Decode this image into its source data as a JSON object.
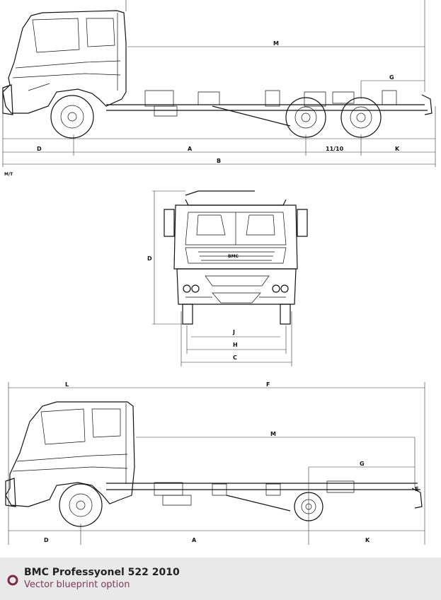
{
  "footer": {
    "title": "BMC Professyonel 522 2010",
    "subtitle": "Vector blueprint option"
  },
  "side_view_top": {
    "dim_labels": {
      "d": "D",
      "a": "A",
      "split": "11/10",
      "k": "K",
      "b": "B",
      "m": "M",
      "g": "G"
    }
  },
  "corner_mark": "M/T",
  "front_view": {
    "dim_labels": {
      "height": "D",
      "j": "J",
      "h": "H",
      "c": "C"
    },
    "grille_logo": "BMC"
  },
  "side_view_bottom": {
    "dim_labels": {
      "l": "L",
      "f": "F",
      "m": "M",
      "g": "G",
      "e": "E",
      "d": "D",
      "a": "A",
      "k": "K"
    }
  },
  "colors": {
    "footer_bg": "#e9e9e9",
    "subtitle": "#7a3a55",
    "bullet": "#7a2a4a"
  }
}
